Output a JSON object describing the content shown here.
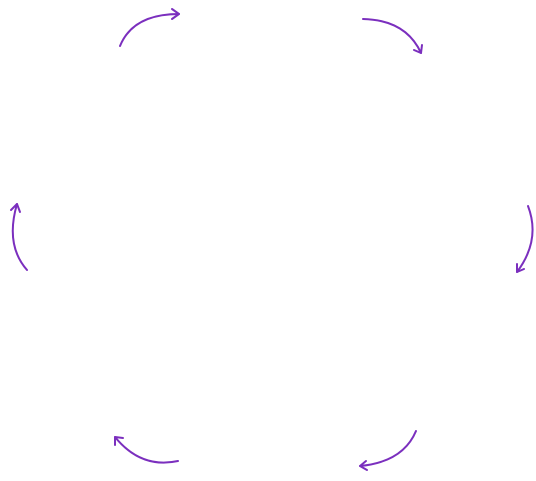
{
  "diagram": {
    "type": "cycle",
    "direction": "clockwise",
    "arrow_color": "#7b2fbe",
    "arrows": [
      {
        "name": "arrow-top-left"
      },
      {
        "name": "arrow-top-right"
      },
      {
        "name": "arrow-right"
      },
      {
        "name": "arrow-bottom-right"
      },
      {
        "name": "arrow-bottom-left"
      },
      {
        "name": "arrow-left"
      }
    ]
  }
}
